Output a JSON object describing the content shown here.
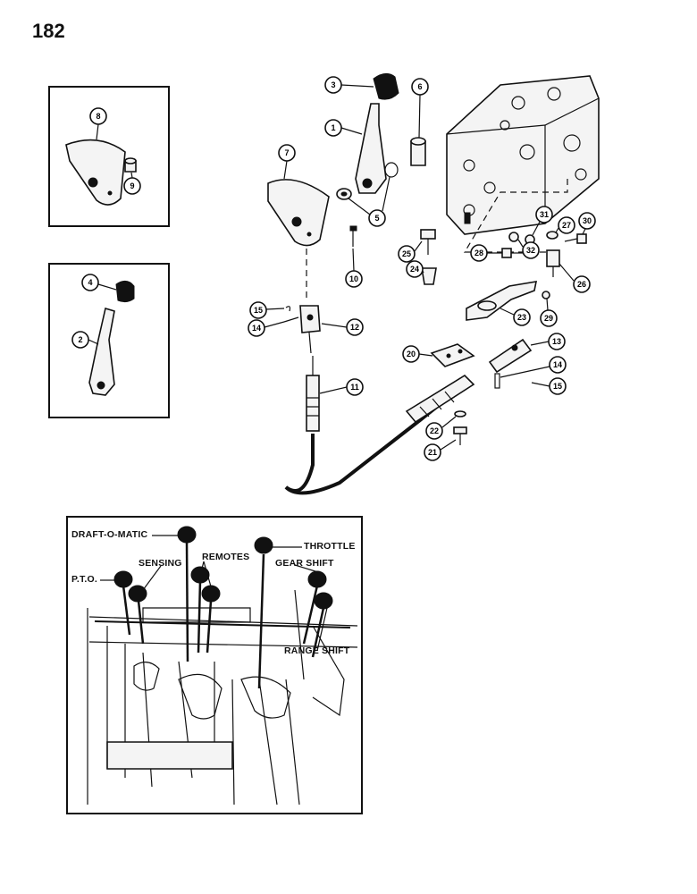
{
  "page_number": "182",
  "callouts": [
    "1",
    "2",
    "3",
    "4",
    "5",
    "6",
    "7",
    "8",
    "9",
    "10",
    "11",
    "12",
    "13",
    "14",
    "15",
    "20",
    "21",
    "22",
    "23",
    "24",
    "25",
    "26",
    "27",
    "28",
    "29",
    "30",
    "31",
    "32"
  ],
  "photo_labels": {
    "draft_o_matic": "DRAFT-O-MATIC",
    "throttle": "THROTTLE",
    "sensing": "SENSING",
    "remotes": "REMOTES",
    "pto": "P.T.O.",
    "gear_shift": "GEAR SHIFT",
    "range_shift": "RANGE SHIFT"
  }
}
